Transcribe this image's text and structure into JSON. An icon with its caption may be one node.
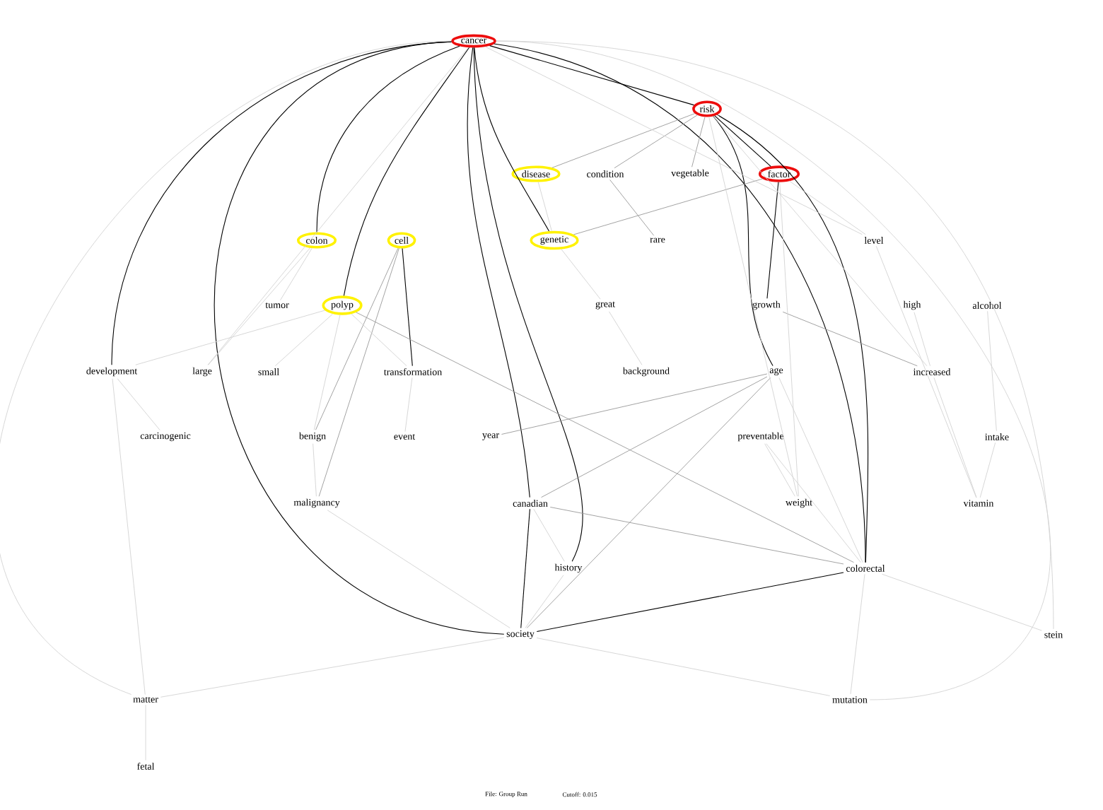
{
  "diagram": {
    "nodes": [
      {
        "text": [
          "cancer"
        ]
      },
      {
        "text": [
          "risk"
        ]
      },
      {
        "text": [
          "disease"
        ]
      },
      {
        "text": [
          "condition"
        ]
      },
      {
        "text": [
          "vegetable"
        ]
      },
      {
        "text": [
          "factor"
        ]
      },
      {
        "text": [
          "colon"
        ]
      },
      {
        "text": [
          "cell"
        ]
      },
      {
        "text": [
          "genetic"
        ]
      },
      {
        "text": [
          "rare"
        ]
      },
      {
        "text": [
          "level"
        ]
      },
      {
        "text": [
          "tumor"
        ]
      },
      {
        "text": [
          "polyp"
        ]
      },
      {
        "text": [
          "great"
        ]
      },
      {
        "text": [
          "growth"
        ]
      },
      {
        "text": [
          "high"
        ]
      },
      {
        "text": [
          "alcohol"
        ]
      },
      {
        "text": [
          "development"
        ]
      },
      {
        "text": [
          "large"
        ]
      },
      {
        "text": [
          "small"
        ]
      },
      {
        "text": [
          "transformation"
        ]
      },
      {
        "text": [
          "background"
        ]
      },
      {
        "text": [
          "age"
        ]
      },
      {
        "text": [
          "increased"
        ]
      },
      {
        "text": [
          "carcinogenic"
        ]
      },
      {
        "text": [
          "benign"
        ]
      },
      {
        "text": [
          "event"
        ]
      },
      {
        "text": [
          "year"
        ]
      },
      {
        "text": [
          "preventable"
        ]
      },
      {
        "text": [
          "intake"
        ]
      },
      {
        "text": [
          "malignancy"
        ]
      },
      {
        "text": [
          "canadian"
        ]
      },
      {
        "text": [
          "weight"
        ]
      },
      {
        "text": [
          "vitamin"
        ]
      },
      {
        "text": [
          "history"
        ]
      },
      {
        "text": [
          "colorectal"
        ]
      },
      {
        "text": [
          "society"
        ]
      },
      {
        "text": [
          "stein"
        ]
      },
      {
        "text": [
          "matter"
        ]
      },
      {
        "text": [
          "mutation"
        ]
      },
      {
        "text": [
          "fetal"
        ]
      }
    ],
    "edges": [
      {
        "from": 0,
        "to": 1,
        "arrow": "none",
        "color": "#000000"
      },
      {
        "from": 0,
        "to": 6,
        "arrow": "none",
        "color": "#000000"
      },
      {
        "from": 0,
        "to": 17,
        "arrow": "none",
        "color": "#000000"
      },
      {
        "from": 0,
        "to": 36,
        "arrow": "none",
        "color": "#000000"
      },
      {
        "from": 0,
        "to": 12,
        "arrow": "none",
        "color": "#000000"
      },
      {
        "from": 7,
        "to": 20,
        "arrow": "none",
        "color": "#000000"
      },
      {
        "from": 0,
        "to": 31,
        "arrow": "none",
        "color": "#000000"
      },
      {
        "from": 31,
        "to": 36,
        "arrow": "none",
        "color": "#000000"
      },
      {
        "from": 0,
        "to": 34,
        "arrow": "none",
        "color": "#000000"
      },
      {
        "from": 0,
        "to": 8,
        "arrow": "none",
        "color": "#000000"
      },
      {
        "from": 0,
        "to": 35,
        "arrow": "none",
        "color": "#000000"
      },
      {
        "from": 1,
        "to": 5,
        "arrow": "none",
        "color": "#000000"
      },
      {
        "from": 1,
        "to": 35,
        "arrow": "none",
        "color": "#000000"
      },
      {
        "from": 5,
        "to": 14,
        "arrow": "none",
        "color": "#000000"
      },
      {
        "from": 1,
        "to": 22,
        "arrow": "none",
        "color": "#000000"
      },
      {
        "from": 35,
        "to": 36,
        "arrow": "none",
        "color": "#000000"
      },
      {
        "from": 1,
        "to": 2,
        "arrow": "none",
        "color": "#999999"
      },
      {
        "from": 5,
        "to": 8,
        "arrow": "none",
        "color": "#999999"
      },
      {
        "from": 12,
        "to": 35,
        "arrow": "none",
        "color": "#999999"
      },
      {
        "from": 22,
        "to": 27,
        "arrow": "none",
        "color": "#999999"
      },
      {
        "from": 22,
        "to": 31,
        "arrow": "none",
        "color": "#999999"
      },
      {
        "from": 22,
        "to": 36,
        "arrow": "none",
        "color": "#999999"
      },
      {
        "from": 31,
        "to": 35,
        "arrow": "none",
        "color": "#999999"
      },
      {
        "from": 7,
        "to": 25,
        "arrow": "none",
        "color": "#999999"
      },
      {
        "from": 7,
        "to": 30,
        "arrow": "none",
        "color": "#999999"
      },
      {
        "from": 3,
        "to": 9,
        "arrow": "none",
        "color": "#999999"
      },
      {
        "from": 1,
        "to": 4,
        "arrow": "none",
        "color": "#999999"
      },
      {
        "from": 1,
        "to": 3,
        "arrow": "none",
        "color": "#999999"
      },
      {
        "from": 14,
        "to": 23,
        "arrow": "none",
        "color": "#999999"
      },
      {
        "from": 0,
        "to": 18,
        "arrow": "none"
      },
      {
        "from": 0,
        "to": 37,
        "arrow": "none"
      },
      {
        "from": 0,
        "to": 39,
        "arrow": "none"
      },
      {
        "from": 0,
        "to": 38,
        "arrow": "none"
      },
      {
        "from": 0,
        "to": 10,
        "arrow": "none"
      },
      {
        "from": 1,
        "to": 23,
        "arrow": "none"
      },
      {
        "from": 1,
        "to": 32,
        "arrow": "none"
      },
      {
        "from": 5,
        "to": 32,
        "arrow": "none"
      },
      {
        "from": 5,
        "to": 10,
        "arrow": "none"
      },
      {
        "from": 10,
        "to": 33,
        "arrow": "none"
      },
      {
        "from": 15,
        "to": 23,
        "arrow": "none"
      },
      {
        "from": 23,
        "to": 33,
        "arrow": "none"
      },
      {
        "from": 16,
        "to": 29,
        "arrow": "none"
      },
      {
        "from": 29,
        "to": 33,
        "arrow": "none"
      },
      {
        "from": 17,
        "to": 24,
        "arrow": "none"
      },
      {
        "from": 17,
        "to": 38,
        "arrow": "none"
      },
      {
        "from": 6,
        "to": 11,
        "arrow": "none"
      },
      {
        "from": 6,
        "to": 18,
        "arrow": "none"
      },
      {
        "from": 12,
        "to": 19,
        "arrow": "none"
      },
      {
        "from": 12,
        "to": 25,
        "arrow": "none"
      },
      {
        "from": 20,
        "to": 26,
        "arrow": "none"
      },
      {
        "from": 13,
        "to": 21,
        "arrow": "none"
      },
      {
        "from": 28,
        "to": 32,
        "arrow": "none"
      },
      {
        "from": 36,
        "to": 38,
        "arrow": "none"
      },
      {
        "from": 36,
        "to": 39,
        "arrow": "none"
      },
      {
        "from": 35,
        "to": 37,
        "arrow": "none"
      },
      {
        "from": 35,
        "to": 39,
        "arrow": "none"
      },
      {
        "from": 38,
        "to": 40,
        "arrow": "none"
      },
      {
        "from": 36,
        "to": 34,
        "arrow": "none"
      },
      {
        "from": 31,
        "to": 34,
        "arrow": "none"
      },
      {
        "from": 30,
        "to": 36,
        "arrow": "none"
      },
      {
        "from": 25,
        "to": 30,
        "arrow": "none"
      },
      {
        "from": 12,
        "to": 20,
        "arrow": "none"
      },
      {
        "from": 2,
        "to": 8,
        "arrow": "none"
      },
      {
        "from": 8,
        "to": 13,
        "arrow": "none"
      },
      {
        "from": 22,
        "to": 35,
        "arrow": "none"
      },
      {
        "from": 28,
        "to": 35,
        "arrow": "none"
      },
      {
        "from": 12,
        "to": 17,
        "arrow": "none"
      }
    ],
    "labels": [
      "File: Group Run",
      "Cutoff: 0.015"
    ]
  }
}
